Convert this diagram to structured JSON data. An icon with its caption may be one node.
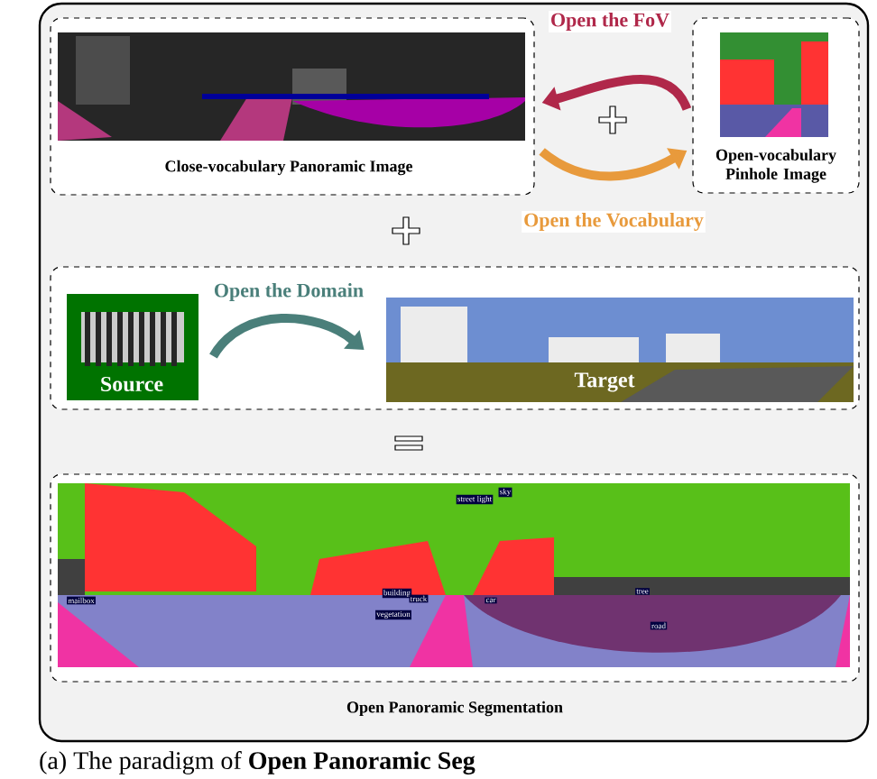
{
  "diagram": {
    "caption": "(a) The paradigm of **Open Panoramic Seg**",
    "nodes": [
      {
        "text": [],
        "shape": "box"
      },
      {
        "text": [
          "Close-vocabulary Panoramic Image"
        ],
        "in": 0
      },
      {
        "text": [
          "Open-vocabulary Pinhole Image"
        ],
        "in": 0
      },
      {
        "text": [],
        "shape": "box",
        "in": 0
      },
      {
        "text": [
          "Source"
        ],
        "in": 3
      },
      {
        "text": [
          "Target"
        ],
        "in": 3
      },
      {
        "text": [
          "Open Panoramic Segmentation"
        ],
        "in": 0
      }
    ],
    "edges": [
      {
        "from": 2,
        "to": 1,
        "arrow": "to",
        "label": "Open the FoV",
        "color": "#b0284a"
      },
      {
        "from": 1,
        "to": 2,
        "arrow": "to",
        "label": "Open the Vocabulary",
        "color": "#e89a3c"
      },
      {
        "from": 4,
        "to": 5,
        "arrow": "to",
        "label": "Open the Domain",
        "color": "#4a7f7a"
      }
    ],
    "labels": [
      "sky",
      "street light",
      "mailbox",
      "building",
      "truck",
      "car",
      "tree",
      "vegetation",
      "road"
    ]
  }
}
